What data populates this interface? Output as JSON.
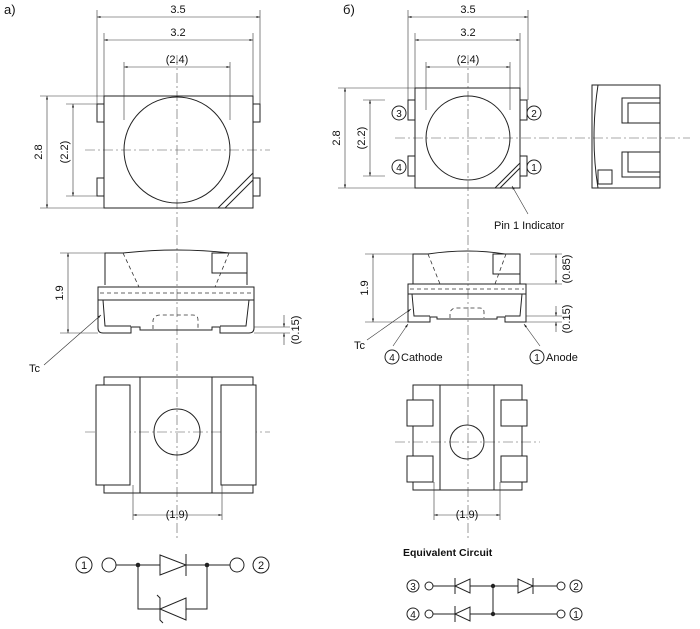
{
  "variant_a": {
    "label": "а)",
    "dims": {
      "width_outer": "3.5",
      "width_body": "3.2",
      "lens": "(2.4)",
      "height": "2.8",
      "pad_span": "(2.2)",
      "thickness": "1.9",
      "standoff": "(0.15)",
      "bottom_pad_gap": "(1.9)"
    },
    "tc_label": "Tc",
    "circuit": {
      "pin_left": "1",
      "pin_right": "2"
    }
  },
  "variant_b": {
    "label": "б)",
    "dims": {
      "width_outer": "3.5",
      "width_body": "3.2",
      "lens": "(2.4)",
      "height": "2.8",
      "pad_span": "(2.2)",
      "thickness": "1.9",
      "lens_height": "(0.85)",
      "standoff": "(0.15)",
      "bottom_pad_gap": "(1.9)"
    },
    "pins": {
      "p1": "1",
      "p2": "2",
      "p3": "3",
      "p4": "4"
    },
    "pin1_indicator": "Pin 1 Indicator",
    "tc_label": "Tc",
    "cathode": {
      "pin": "4",
      "label": "Cathode"
    },
    "anode": {
      "pin": "1",
      "label": "Anode"
    },
    "circuit": {
      "title": "Equivalent Circuit",
      "row1_left": "3",
      "row1_right": "2",
      "row2_left": "4",
      "row2_right": "1"
    }
  }
}
